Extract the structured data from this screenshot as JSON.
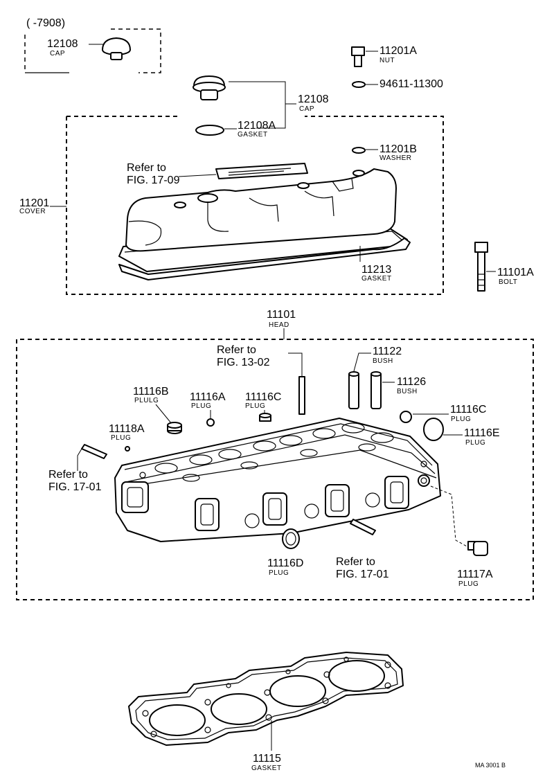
{
  "serial_range": "(     -7908)",
  "callouts": {
    "cap_old": {
      "number": "12108",
      "name": "CAP"
    },
    "nut": {
      "number": "11201A",
      "name": "NUT"
    },
    "washer_code": {
      "number": "94611-11300"
    },
    "cap": {
      "number": "12108",
      "name": "CAP"
    },
    "cap_gasket": {
      "number": "12108A",
      "name": "GASKET"
    },
    "washer": {
      "number": "11201B",
      "name": "WASHER"
    },
    "cover": {
      "number": "11201",
      "name": "COVER"
    },
    "cover_gasket": {
      "number": "11213",
      "name": "GASKET"
    },
    "bolt": {
      "number": "11101A",
      "name": "BOLT"
    },
    "head": {
      "number": "11101",
      "name": "HEAD"
    },
    "bush_a": {
      "number": "11122",
      "name": "BUSH"
    },
    "bush_b": {
      "number": "11126",
      "name": "BUSH"
    },
    "plug_b": {
      "number": "11116B",
      "name": "PLULG"
    },
    "plug_a": {
      "number": "11116A",
      "name": "PLUG"
    },
    "plug_c": {
      "number": "11116C",
      "name": "PLUG"
    },
    "plug_c2": {
      "number": "11116C",
      "name": "PLUG"
    },
    "plug_e": {
      "number": "11116E",
      "name": "PLUG"
    },
    "plug_118a": {
      "number": "11118A",
      "name": "PLUG"
    },
    "plug_d": {
      "number": "11116D",
      "name": "PLUG"
    },
    "plug_117a": {
      "number": "11117A",
      "name": "PLUG"
    },
    "head_gasket": {
      "number": "11115",
      "name": "GASKET"
    }
  },
  "references": {
    "ref_1709": {
      "line1": "Refer to",
      "line2": "FIG. 17-09"
    },
    "ref_1302": {
      "line1": "Refer to",
      "line2": "FIG. 13-02"
    },
    "ref_1701_left": {
      "line1": "Refer to",
      "line2": "FIG. 17-01"
    },
    "ref_1701_bottom": {
      "line1": "Refer to",
      "line2": "FIG. 17-01"
    }
  },
  "figure_code": "MA  3001 B"
}
